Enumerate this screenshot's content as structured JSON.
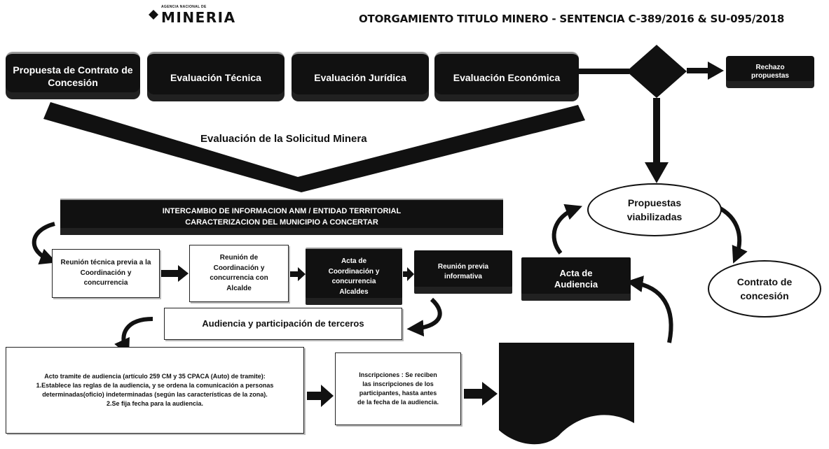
{
  "header": {
    "logo_small": "AGENCIA NACIONAL DE",
    "logo_big": "MINERIA",
    "title": "OTORGAMIENTO TITULO MINERO  - SENTENCIA C-389/2016 & SU-095/2018"
  },
  "evaluation_steps": [
    {
      "label": "Propuesta de Contrato de Concesión"
    },
    {
      "label": "Evaluación Técnica"
    },
    {
      "label": "Evaluación Jurídica"
    },
    {
      "label": "Evaluación Económica"
    }
  ],
  "rechazo_label": "Rechazo propuestas",
  "evaluation_caption": "Evaluación de la Solicitud Minera",
  "intercambio": {
    "line1": "INTERCAMBIO DE INFORMACION ANM / ENTIDAD TERRITORIAL",
    "line2": "CARACTERIZACION DEL MUNICIPIO A CONCERTAR"
  },
  "coordination_steps": [
    {
      "label": "Reunión técnica previa a la Coordinación y concurrencia"
    },
    {
      "label": "Reunión de Coordinación y concurrencia con Alcalde"
    },
    {
      "label": "Acta de Coordinación y concurrencia Alcaldes"
    },
    {
      "label": "Reunión previa informativa"
    }
  ],
  "acta_audiencia": "Acta de Audiencia",
  "audiencia_terceros": "Audiencia y participación de terceros",
  "acto_tramite": {
    "line1": "Acto tramite de audiencia (artículo 259 CM y 35 CPACA (Auto) de tramite):",
    "line2": "1.Establece las reglas de la audiencia, y se ordena la comunicación a personas determinadas(oficio) indeterminadas (según las características de la zona).",
    "line3": "2.Se fija fecha para la audiencia."
  },
  "inscripciones": "Inscripciones : Se reciben las inscripciones de los participantes, hasta antes de la fecha de la audiencia.",
  "propuestas_viabilizadas": "Propuestas viabilizadas",
  "contrato_concesion": "Contrato de concesión",
  "colors": {
    "dark_box": "#111111",
    "accent_gray": "#9a9a9a",
    "background": "#ffffff"
  }
}
